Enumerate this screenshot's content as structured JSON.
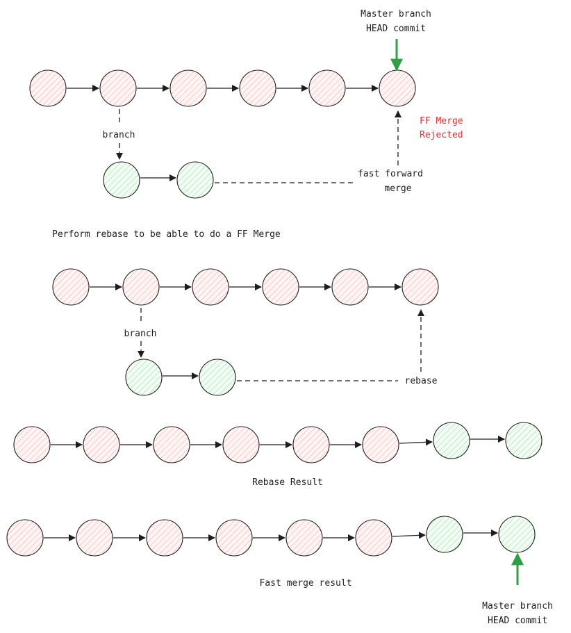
{
  "colors": {
    "master_commit_fill": "#ffc9c9",
    "branch_commit_fill": "#b2f2bb",
    "stroke": "#1e1e1e",
    "head_arrow": "#2f9e44",
    "rejected_text": "#e03131"
  },
  "labels": {
    "head_top_line1": "Master branch",
    "head_top_line2": "HEAD commit",
    "branch_1": "branch",
    "ff_rejected_line1": "FF Merge",
    "ff_rejected_line2": "Rejected",
    "ff_merge_line1": "fast forward",
    "ff_merge_line2": "merge",
    "perform_rebase_caption": "Perform rebase to be able to do a FF Merge",
    "branch_2": "branch",
    "rebase": "rebase",
    "rebase_result_caption": "Rebase Result",
    "fast_merge_result_caption": "Fast merge result",
    "head_bottom_line1": "Master branch",
    "head_bottom_line2": "HEAD commit"
  }
}
